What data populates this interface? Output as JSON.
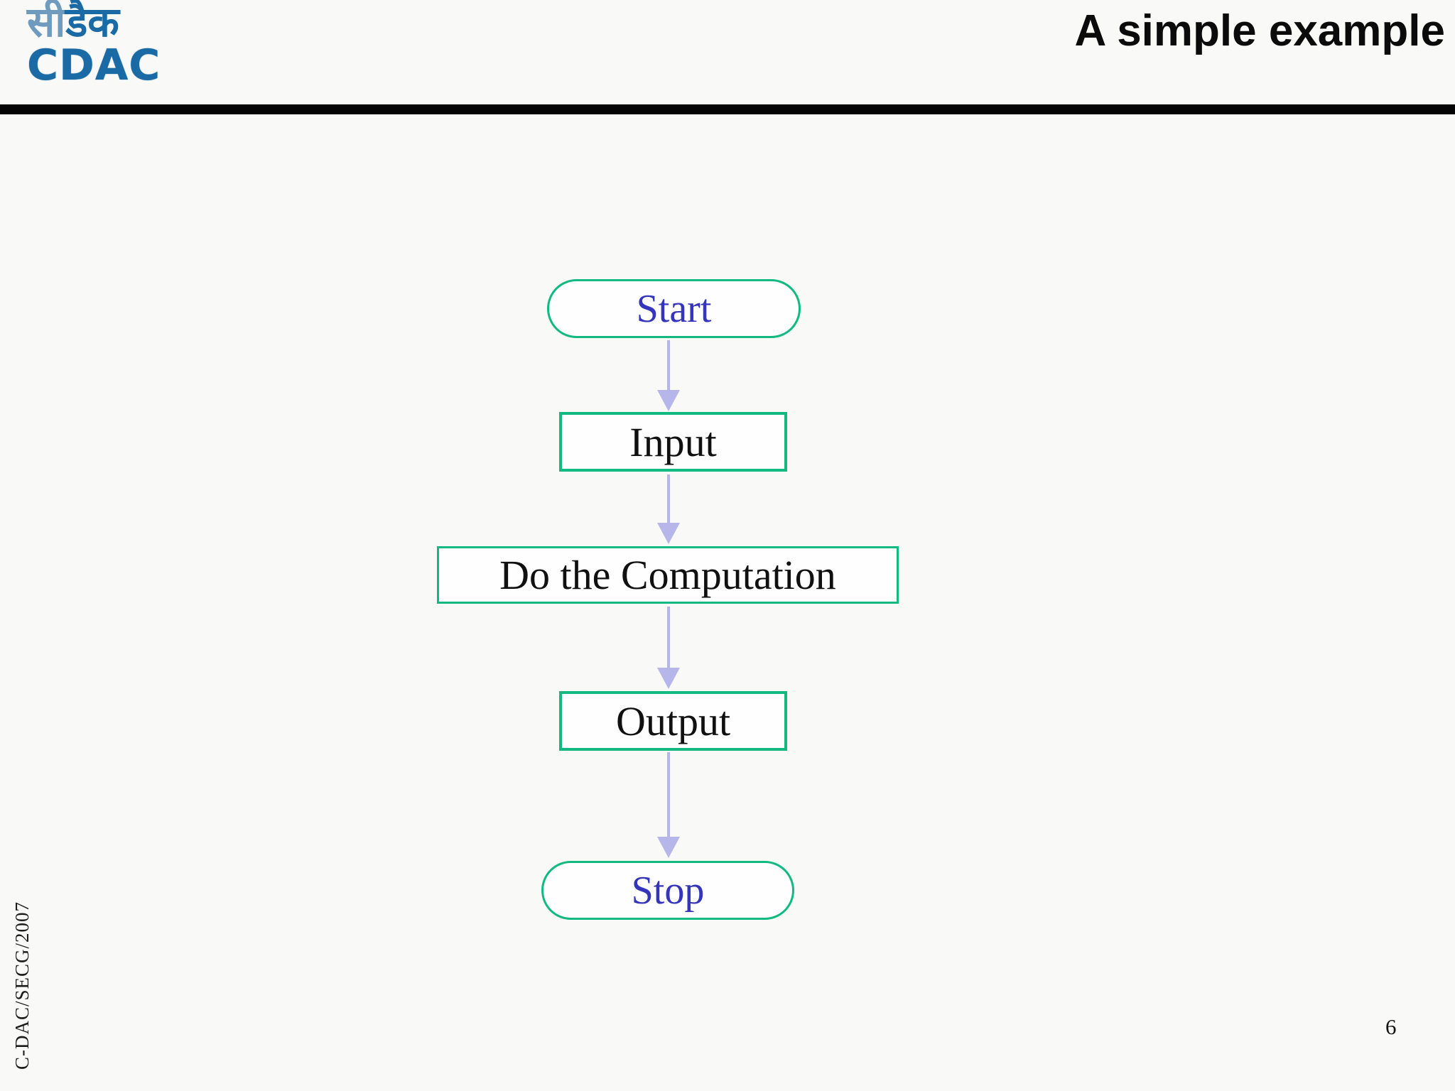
{
  "slide": {
    "background_color": "#f9f9f8",
    "page_number": "6"
  },
  "header": {
    "title": "A simple example",
    "divider_color": "#050505"
  },
  "logo": {
    "devanagari_outline_part": "सी",
    "devanagari_solid_part": "डैक",
    "latin": "CDAC",
    "color": "#1a6aa5"
  },
  "footer": {
    "credit": "C-DAC/SECG/2007"
  },
  "flowchart": {
    "border_color": "#12ba82",
    "arrow_color": "#b7b6ea",
    "terminal_text_color": "#3434bd",
    "process_text_color": "#101010",
    "connections": [
      [
        "start",
        "input"
      ],
      [
        "input",
        "compute"
      ],
      [
        "compute",
        "output"
      ],
      [
        "output",
        "stop"
      ]
    ],
    "nodes": [
      {
        "id": "start",
        "shape": "stadium",
        "label": "Start"
      },
      {
        "id": "input",
        "shape": "rectangle",
        "label": "Input"
      },
      {
        "id": "compute",
        "shape": "rectangle",
        "label": "Do the Computation"
      },
      {
        "id": "output",
        "shape": "rectangle",
        "label": "Output"
      },
      {
        "id": "stop",
        "shape": "stadium",
        "label": "Stop"
      }
    ]
  }
}
